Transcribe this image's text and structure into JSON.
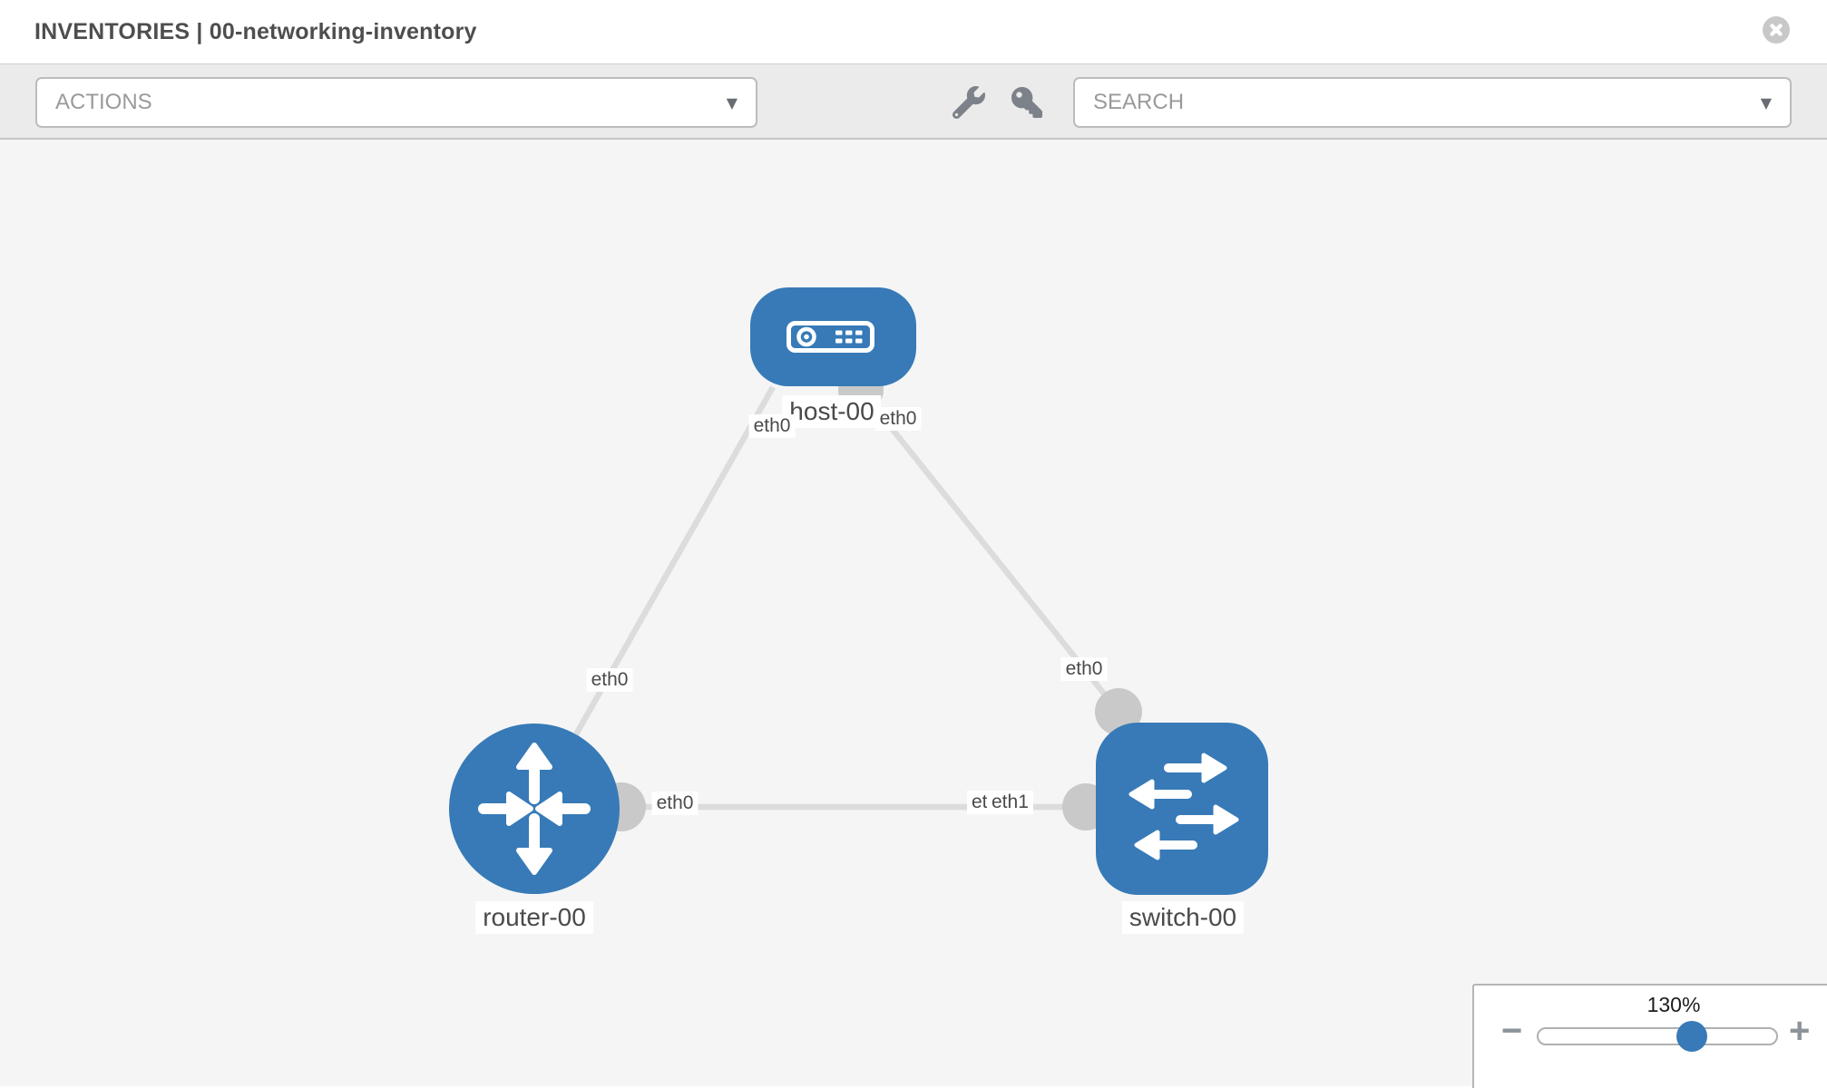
{
  "window": {
    "title_section": "INVENTORIES",
    "title_separator": "|",
    "title_item": "00-networking-inventory",
    "close_icon": "close-x"
  },
  "toolbar": {
    "actions": {
      "label": "ACTIONS",
      "caret_glyph": "▼"
    },
    "search": {
      "label": "SEARCH",
      "caret_glyph": "▼"
    },
    "icons": [
      "wrench-icon",
      "key-icon"
    ]
  },
  "topology": {
    "nodes": [
      {
        "label": "host-00",
        "type": "host",
        "icon": "host-icon"
      },
      {
        "label": "router-00",
        "type": "router",
        "icon": "router-icon"
      },
      {
        "label": "switch-00",
        "type": "switch",
        "icon": "switch-icon"
      }
    ],
    "links": [
      {
        "from": "router-00",
        "from_if": "eth0",
        "to": "host-00",
        "to_if": "eth0"
      },
      {
        "from": "host-00",
        "from_if": "eth0",
        "to": "switch-00",
        "to_if": "eth0"
      },
      {
        "from": "router-00",
        "from_if": "eth0",
        "to": "switch-00",
        "to_if": "eth1"
      }
    ],
    "edge_labels": {
      "router_host_mid": "eth0",
      "host_left": "eth0",
      "host_right": "eth0",
      "switch_top": "eth0",
      "router_right": "eth0",
      "switch_left_hidden": "eth0",
      "switch_left_front": "eth1"
    }
  },
  "zoom_control": {
    "value": "130%",
    "percent": 130,
    "minus_glyph": "−",
    "plus_glyph": "+"
  },
  "colors": {
    "node_blue": "#377ab7",
    "edge": "#dcdcdc",
    "connector": "#c9c9c9",
    "canvas_bg": "#f5f5f5"
  }
}
